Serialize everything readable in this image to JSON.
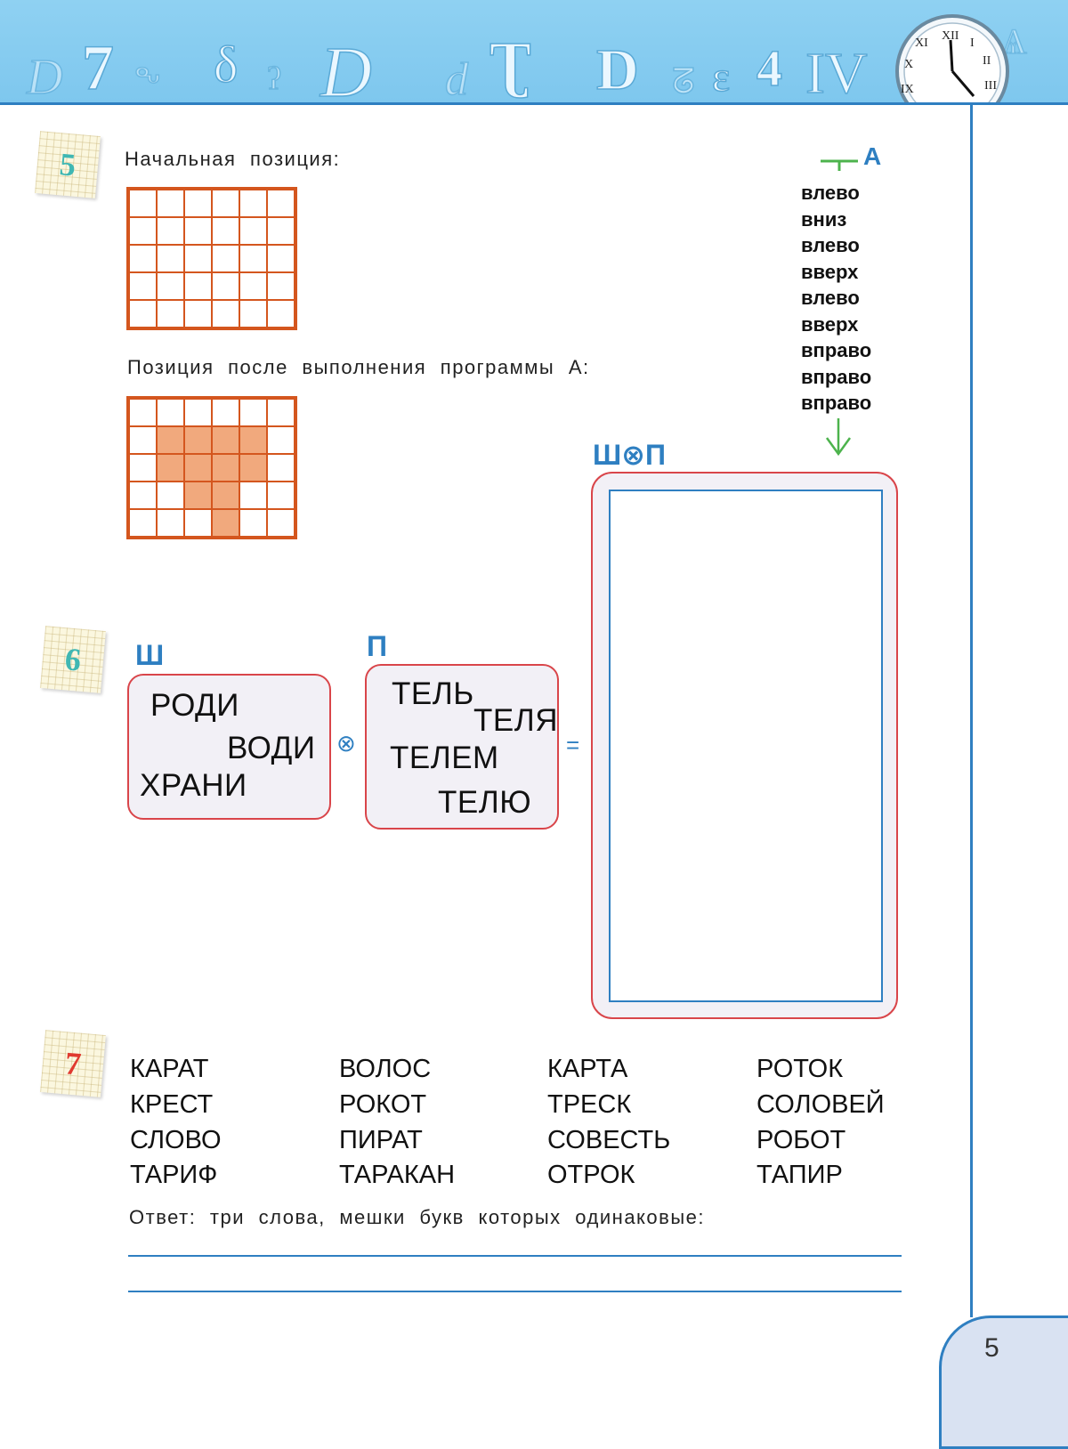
{
  "page_number": "5",
  "task5": {
    "number": "5",
    "start_label": "Начальная позиция:",
    "after_label": "Позиция после выполнения программы А:",
    "grid": {
      "rows": 5,
      "cols": 6,
      "end_filled_cells": [
        [
          1,
          1
        ],
        [
          1,
          2
        ],
        [
          1,
          3
        ],
        [
          1,
          4
        ],
        [
          2,
          1
        ],
        [
          2,
          2
        ],
        [
          2,
          3
        ],
        [
          2,
          4
        ],
        [
          3,
          2
        ],
        [
          3,
          3
        ],
        [
          4,
          3
        ]
      ]
    },
    "program": {
      "name": "А",
      "steps": [
        "влево",
        "вниз",
        "влево",
        "вверх",
        "влево",
        "вверх",
        "вправо",
        "вправо",
        "вправо"
      ]
    }
  },
  "task6": {
    "number": "6",
    "sh_label": "Ш",
    "p_label": "П",
    "result_label": "Ш⊗П",
    "times_symbol": "⊗",
    "equals_symbol": "=",
    "sh_words": [
      "РОДИ",
      "ВОДИ",
      "ХРАНИ"
    ],
    "p_words": [
      "ТЕЛЬ",
      "ТЕЛЯ",
      "ТЕЛЕМ",
      "ТЕЛЮ"
    ]
  },
  "task7": {
    "number": "7",
    "columns": [
      [
        "КАРАТ",
        "КРЕСТ",
        "СЛОВО",
        "ТАРИФ"
      ],
      [
        "ВОЛОС",
        "РОКОТ",
        "ПИРАТ",
        "ТАРАКАН"
      ],
      [
        "КАРТА",
        "ТРЕСК",
        "СОВЕСТЬ",
        "ОТРОК"
      ],
      [
        "РОТОК",
        "СОЛОВЕЙ",
        "РОБОТ",
        "ТАПИР"
      ]
    ],
    "answer_prompt": "Ответ: три слова, мешки букв которых одинаковые:"
  },
  "colors": {
    "accent_blue": "#2e7fc1",
    "grid_orange": "#d4561e",
    "grid_fill": "#f1a97d",
    "frame_red": "#d9454a",
    "arrow_green": "#4db34d"
  }
}
